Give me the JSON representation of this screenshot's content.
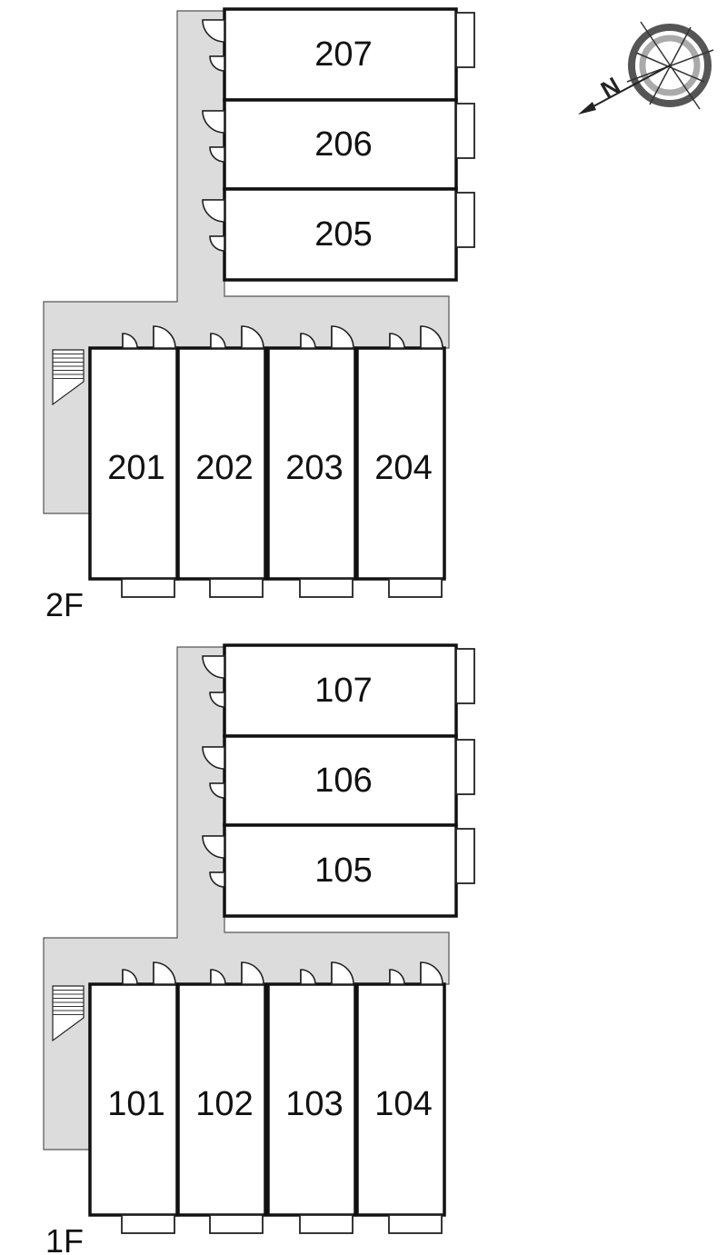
{
  "compass": {
    "symbol": "N"
  },
  "floors": [
    {
      "label": "2F",
      "wing_rooms": [
        "207",
        "206",
        "205"
      ],
      "row_rooms": [
        "201",
        "202",
        "203",
        "204"
      ]
    },
    {
      "label": "1F",
      "wing_rooms": [
        "107",
        "106",
        "105"
      ],
      "row_rooms": [
        "101",
        "102",
        "103",
        "104"
      ]
    }
  ]
}
